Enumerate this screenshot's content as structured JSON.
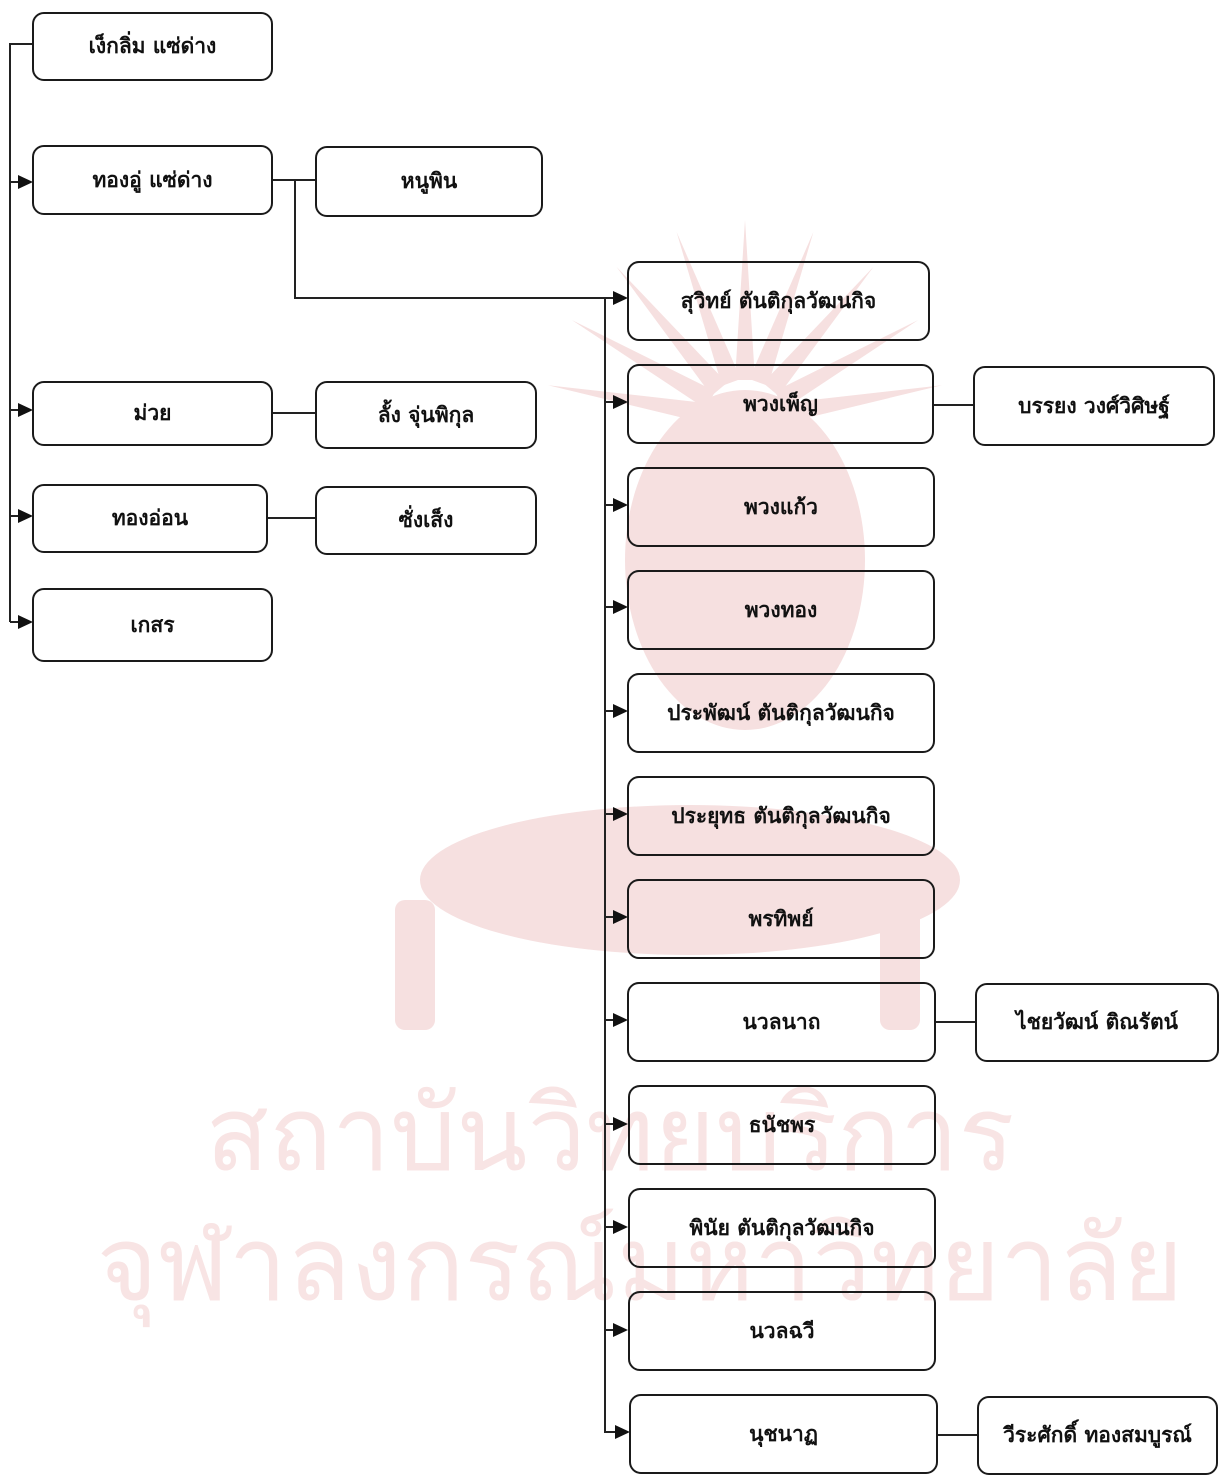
{
  "diagram": {
    "nodes": [
      {
        "id": "ngek",
        "label": "เง็กลิ่ม แซ่ด่าง"
      },
      {
        "id": "thongu",
        "label": "ทองอู่ แซ่ด่าง"
      },
      {
        "id": "nupin",
        "label": "หนูพิน"
      },
      {
        "id": "muay",
        "label": "ม่วย"
      },
      {
        "id": "lang",
        "label": "ลั้ง จุ่นพิกุล"
      },
      {
        "id": "thongon",
        "label": "ทองอ่อน"
      },
      {
        "id": "sangseng",
        "label": "ซั่งเส็ง"
      },
      {
        "id": "kesorn",
        "label": "เกสร"
      },
      {
        "id": "suwit",
        "label": "สุวิทย์ ตันติกุลวัฒนกิจ"
      },
      {
        "id": "puangpen",
        "label": "พวงเพ็ญ"
      },
      {
        "id": "bunyong",
        "label": "บรรยง วงศ์วิศิษฐ์"
      },
      {
        "id": "puangkaew",
        "label": "พวงแก้ว"
      },
      {
        "id": "puangthong",
        "label": "พวงทอง"
      },
      {
        "id": "prapan",
        "label": "ประพัฒน์ ตันติกุลวัฒนกิจ"
      },
      {
        "id": "prayut",
        "label": "ประยุทธ ตันติกุลวัฒนกิจ"
      },
      {
        "id": "pornthip",
        "label": "พรทิพย์"
      },
      {
        "id": "nuannart",
        "label": "นวลนาถ"
      },
      {
        "id": "chaiwat",
        "label": "ไชยวัฒน์ ติณรัตน์"
      },
      {
        "id": "thanatchaporn",
        "label": "ธนัชพร"
      },
      {
        "id": "pinai",
        "label": "พินัย ตันติกุลวัฒนกิจ"
      },
      {
        "id": "nuanchawee",
        "label": "นวลฉวี"
      },
      {
        "id": "nutchanart",
        "label": "นุชนาฏ"
      },
      {
        "id": "weerasak",
        "label": "วีระศักดิ์ ทองสมบูรณ์"
      }
    ]
  },
  "watermark": {
    "line1": "สถาบันวิทยบริการ",
    "line2": "จุฬาลงกรณ์มหาวิทยาลัย"
  }
}
